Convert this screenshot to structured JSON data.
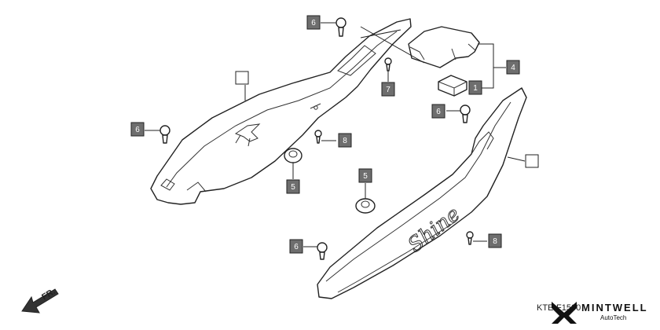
{
  "diagram": {
    "callouts": [
      {
        "id": "c6a",
        "label": "6"
      },
      {
        "id": "c7",
        "label": "7"
      },
      {
        "id": "c4",
        "label": "4"
      },
      {
        "id": "c1",
        "label": "1"
      },
      {
        "id": "c6b",
        "label": "6"
      },
      {
        "id": "c6c",
        "label": "6"
      },
      {
        "id": "c8a",
        "label": "8"
      },
      {
        "id": "c5a",
        "label": "5"
      },
      {
        "id": "c5b",
        "label": "5"
      },
      {
        "id": "c6d",
        "label": "6"
      },
      {
        "id": "c8b",
        "label": "8"
      }
    ],
    "cover_decal": "Shine",
    "direction_label": "FR.",
    "diagram_code": "KTE-F1500"
  },
  "brand": {
    "name": "MINTWELL",
    "sub": "AutoTech"
  },
  "colors": {
    "callout_fill": "#6e6e6e",
    "line": "#222222"
  }
}
